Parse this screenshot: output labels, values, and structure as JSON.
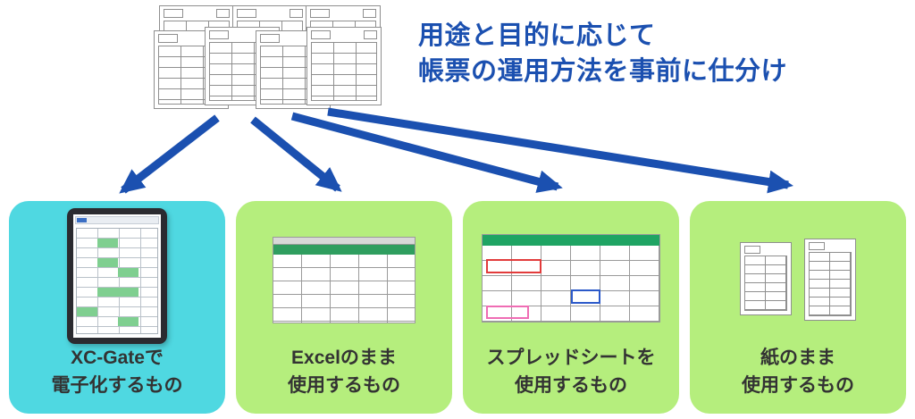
{
  "title": {
    "line1": "用途と目的に応じて",
    "line2": "帳票の運用方法を事前に仕分け"
  },
  "colors": {
    "accent_blue": "#1b50b0",
    "xcgate_box_cyan": "#4fd8e1",
    "category_box_green": "#b5ee7d",
    "excel_header_green": "#2f9e5f",
    "spreadsheet_header_green": "#1fa463",
    "highlight_red": "#e23b3b",
    "highlight_blue": "#2b59c9",
    "highlight_pink": "#ef6db4",
    "label_text": "#333333"
  },
  "boxes": [
    {
      "id": "xcgate",
      "label_line1": "XC-Gateで",
      "label_line2": "電子化するもの"
    },
    {
      "id": "excel",
      "label_line1": "Excelのまま",
      "label_line2": "使用するもの"
    },
    {
      "id": "spreadsheet",
      "label_line1": "スプレッドシートを",
      "label_line2": "使用するもの"
    },
    {
      "id": "paper",
      "label_line1": "紙のまま",
      "label_line2": "使用するもの"
    }
  ]
}
